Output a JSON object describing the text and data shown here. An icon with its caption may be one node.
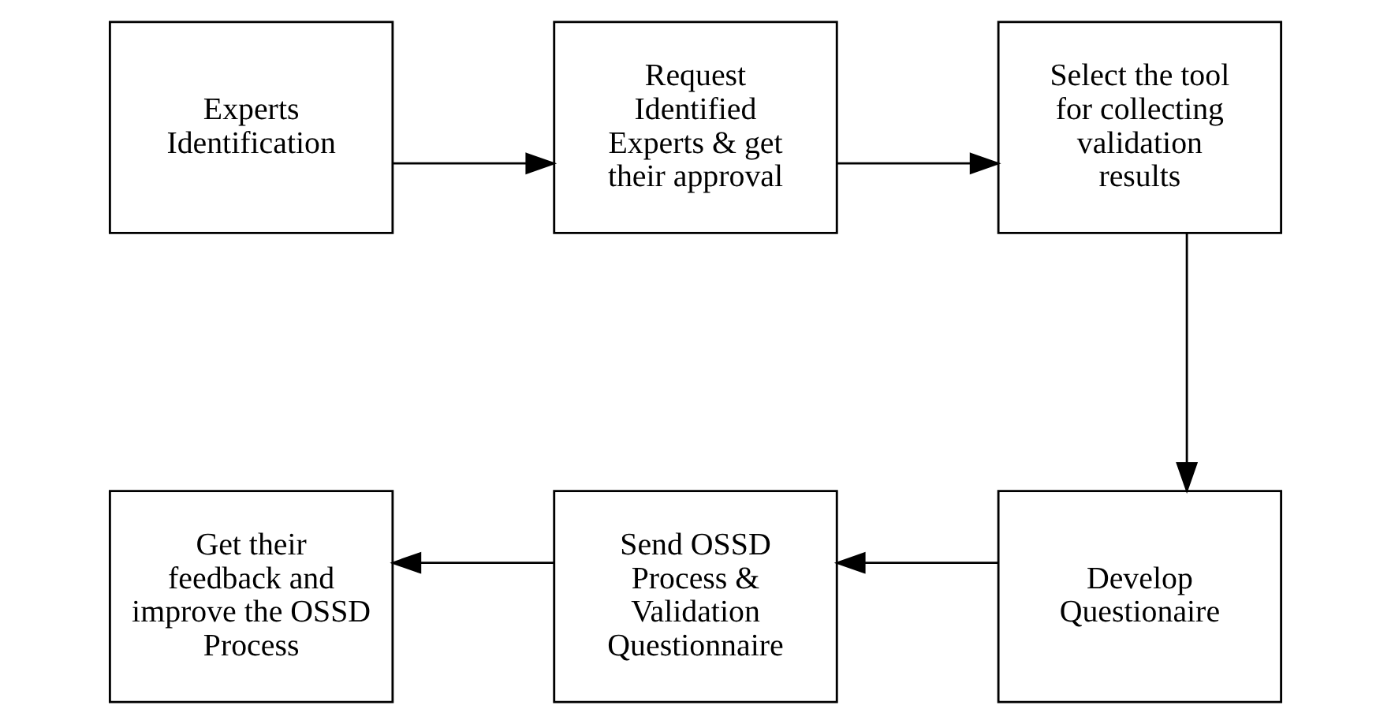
{
  "diagram": {
    "nodes": [
      {
        "text": [
          "Experts Identification"
        ]
      },
      {
        "text": [
          "Request Identified Experts & get their approval"
        ]
      },
      {
        "text": [
          "Select the tool for collecting validation results"
        ]
      },
      {
        "text": [
          "Develop Questionaire"
        ]
      },
      {
        "text": [
          "Send OSSD Process & Validation Questionnaire"
        ]
      },
      {
        "text": [
          "Get their feedback and improve the OSSD Process"
        ]
      }
    ],
    "edges": [
      {
        "from": 0,
        "to": 1,
        "arrow": "to"
      },
      {
        "from": 1,
        "to": 2,
        "arrow": "to"
      },
      {
        "from": 2,
        "to": 3,
        "arrow": "to"
      },
      {
        "from": 3,
        "to": 4,
        "arrow": "to"
      },
      {
        "from": 4,
        "to": 5,
        "arrow": "to"
      }
    ]
  }
}
